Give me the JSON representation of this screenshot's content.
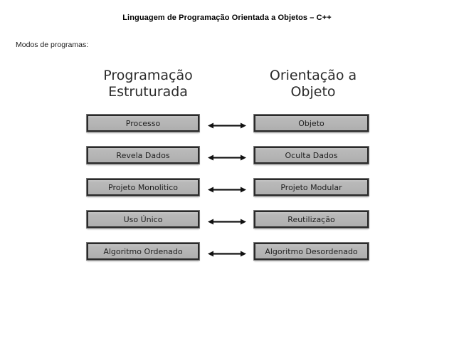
{
  "slide": {
    "title": "Linguagem de Programação Orientada a Objetos – C++",
    "subtitle": "Modos de programas:"
  },
  "diagram": {
    "headings": {
      "left": "Programação\nEstruturada",
      "right": "Orientação a\nObjeto"
    },
    "arrow_icon": "double-headed-arrow-icon",
    "rows": [
      {
        "left": "Processo",
        "right": "Objeto"
      },
      {
        "left": "Revela Dados",
        "right": "Oculta Dados"
      },
      {
        "left": "Projeto Monolitico",
        "right": "Projeto Modular"
      },
      {
        "left": "Uso Único",
        "right": "Reutilização"
      },
      {
        "left": "Algoritmo Ordenado",
        "right": "Algoritmo Desordenado"
      }
    ]
  },
  "colors": {
    "page_background": "#ffffff",
    "box_fill": "#b5b5b5",
    "box_border": "#2a2a2a",
    "text": "#1f1f1f",
    "heading_text": "#2b2b2b"
  }
}
